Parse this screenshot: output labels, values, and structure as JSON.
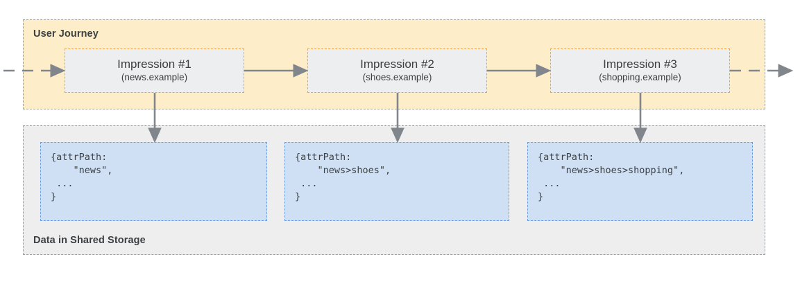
{
  "diagram": {
    "title_journey": "User Journey",
    "title_storage": "Data in Shared Storage",
    "colors": {
      "journey_fill": "#fdeec9",
      "storage_fill": "#eeeeee",
      "container_border": "#9aa0a6",
      "impression_fill": "#eceef0",
      "impression_border": "#f2a33c",
      "code_fill": "#cfe0f4",
      "code_border": "#6a9de8",
      "arrow": "#80868b",
      "text": "#3c4043"
    }
  },
  "impressions": [
    {
      "title": "Impression #1",
      "site": "(news.example)"
    },
    {
      "title": "Impression #2",
      "site": "(shoes.example)"
    },
    {
      "title": "Impression #3",
      "site": "(shopping.example)"
    }
  ],
  "code_blocks": [
    {
      "text": "{attrPath:\n    \"news\",\n ...\n}"
    },
    {
      "text": "{attrPath:\n    \"news>shoes\",\n ...\n}"
    },
    {
      "text": "{attrPath:\n    \"news>shoes>shopping\",\n ...\n}"
    }
  ]
}
